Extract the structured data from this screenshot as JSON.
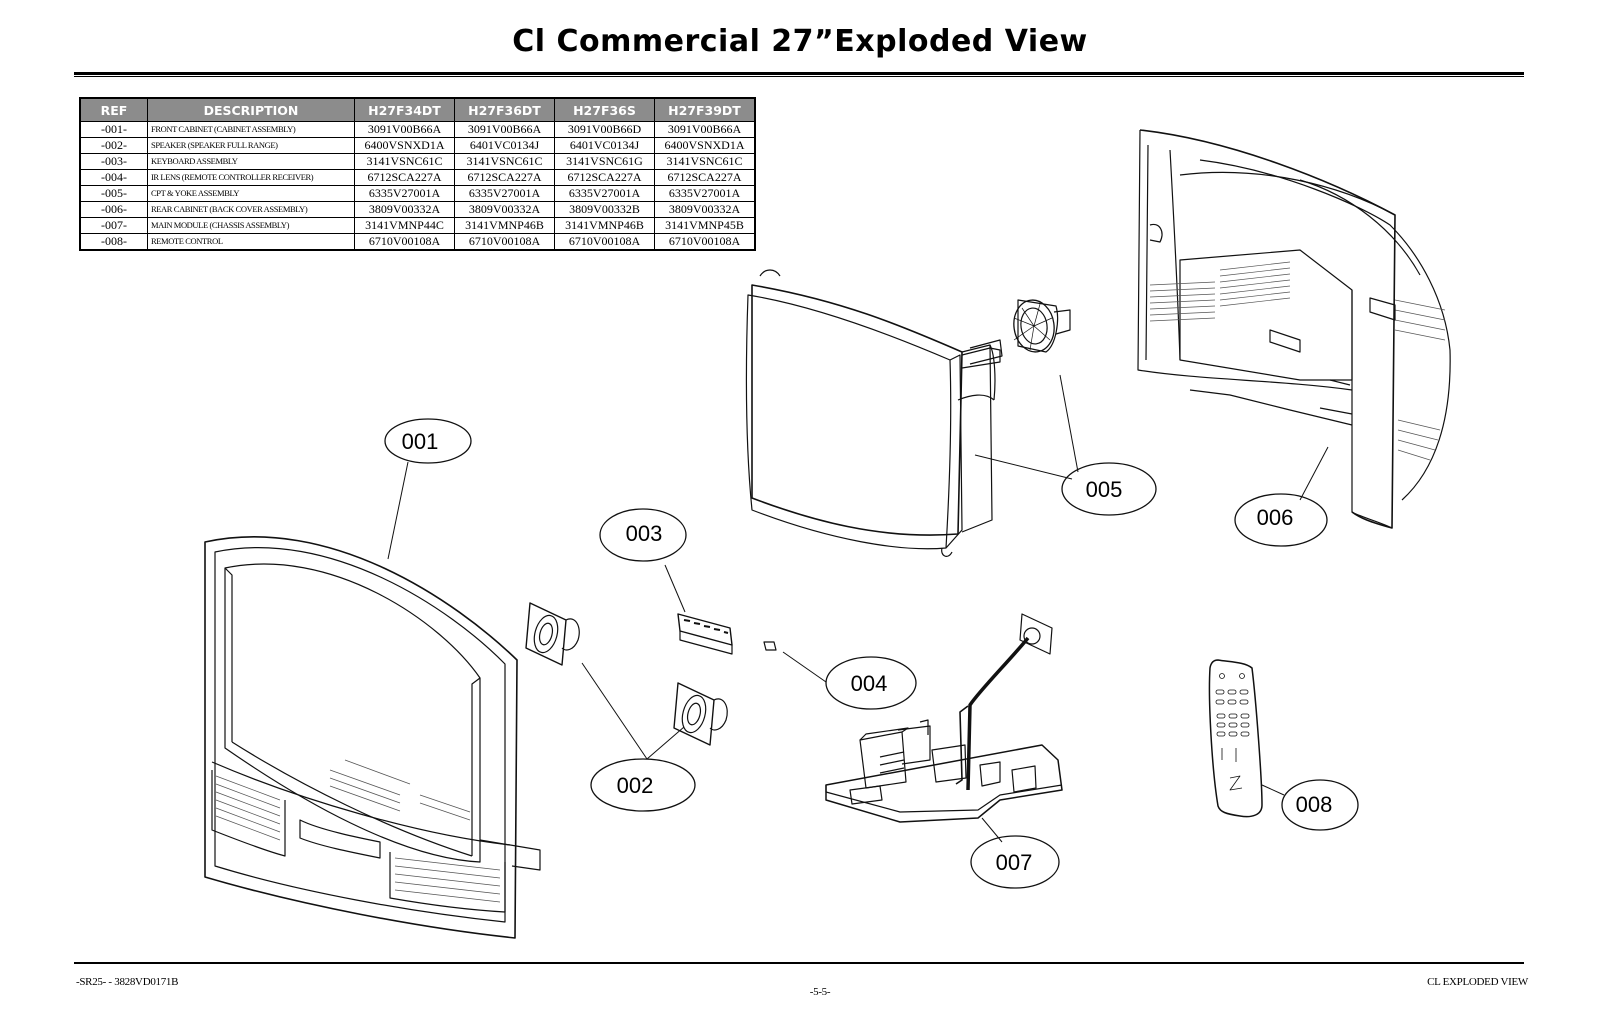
{
  "title": "Cl Commercial 27”Exploded View",
  "table": {
    "headers": [
      "REF",
      "DESCRIPTION",
      "H27F34DT",
      "H27F36DT",
      "H27F36S",
      "H27F39DT"
    ],
    "rows": [
      {
        "ref": "-001-",
        "desc": "FRONT CABINET (CABINET ASSEMBLY)",
        "p1": "3091V00B66A",
        "p2": "3091V00B66A",
        "p3": "3091V00B66D",
        "p4": "3091V00B66A"
      },
      {
        "ref": "-002-",
        "desc": "SPEAKER (SPEAKER FULL RANGE)",
        "p1": "6400VSNXD1A",
        "p2": "6401VC0134J",
        "p3": "6401VC0134J",
        "p4": "6400VSNXD1A"
      },
      {
        "ref": "-003-",
        "desc": "KEYBOARD ASSEMBLY",
        "p1": "3141VSNC61C",
        "p2": "3141VSNC61C",
        "p3": "3141VSNC61G",
        "p4": "3141VSNC61C"
      },
      {
        "ref": "-004-",
        "desc": "IR LENS (REMOTE CONTROLLER RECEIVER)",
        "p1": "6712SCA227A",
        "p2": "6712SCA227A",
        "p3": "6712SCA227A",
        "p4": "6712SCA227A"
      },
      {
        "ref": "-005-",
        "desc": "CPT & YOKE ASSEMBLY",
        "p1": "6335V27001A",
        "p2": "6335V27001A",
        "p3": "6335V27001A",
        "p4": "6335V27001A"
      },
      {
        "ref": "-006-",
        "desc": "REAR CABINET (BACK COVER ASSEMBLY)",
        "p1": "3809V00332A",
        "p2": "3809V00332A",
        "p3": "3809V00332B",
        "p4": "3809V00332A"
      },
      {
        "ref": "-007-",
        "desc": "MAIN MODULE (CHASSIS ASSEMBLY)",
        "p1": "3141VMNP44C",
        "p2": "3141VMNP46B",
        "p3": "3141VMNP46B",
        "p4": "3141VMNP45B"
      },
      {
        "ref": "-008-",
        "desc": "REMOTE CONTROL",
        "p1": "6710V00108A",
        "p2": "6710V00108A",
        "p3": "6710V00108A",
        "p4": "6710V00108A"
      }
    ]
  },
  "callouts": {
    "c001": "001",
    "c002": "002",
    "c003": "003",
    "c004": "004",
    "c005": "005",
    "c006": "006",
    "c007": "007",
    "c008": "008"
  },
  "footer": {
    "left": "-SR25-  -  3828VD0171B",
    "center": "-5-5-",
    "right": "CL EXPLODED VIEW"
  }
}
